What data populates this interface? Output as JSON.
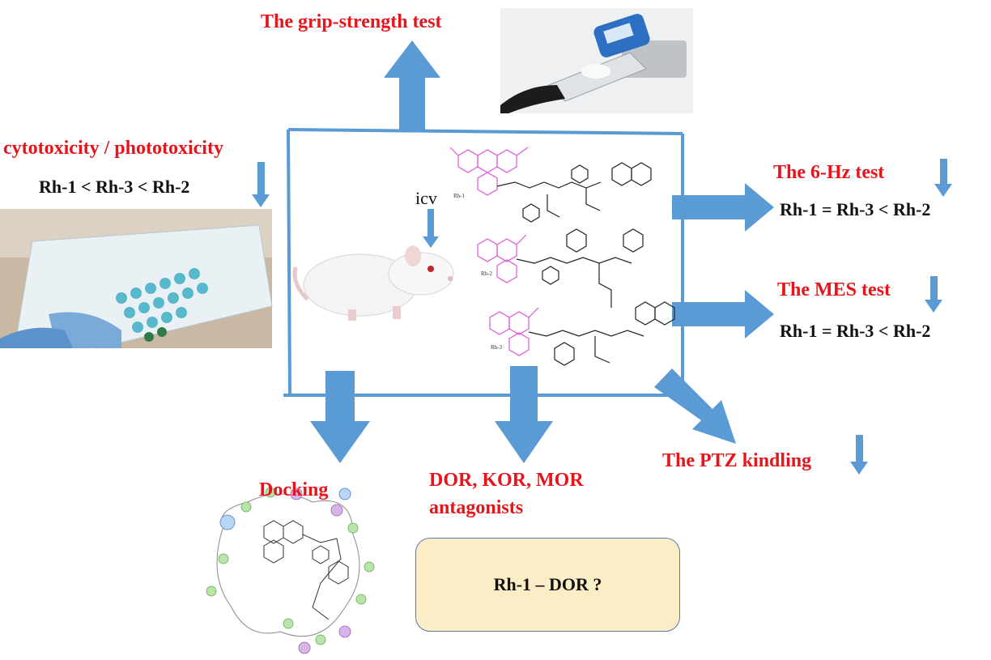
{
  "title_grip": "The grip-strength test",
  "title_cyto": "cytotoxicity / phototoxicity",
  "eq_cyto": "Rh-1 < Rh-3 < Rh-2",
  "title_6hz": "The 6-Hz test",
  "eq_6hz": "Rh-1 = Rh-3 < Rh-2",
  "title_mes": "The MES test",
  "eq_mes": "Rh-1 = Rh-3 < Rh-2",
  "title_ptz": "The PTZ kindling",
  "title_docking": "Docking",
  "title_antagonists_line1": "DOR, KOR, MOR",
  "title_antagonists_line2": "antagonists",
  "result_box": "Rh-1 – DOR ?",
  "route": "icv",
  "compound_labels": [
    "Rh-1",
    "Rh-2",
    "Rh-3"
  ],
  "colors": {
    "red": "#e8141b",
    "arrow_blue": "#5b9bd5",
    "result_box_fill": "#fbeec6",
    "rhodamine_magenta": "#e056d8"
  }
}
